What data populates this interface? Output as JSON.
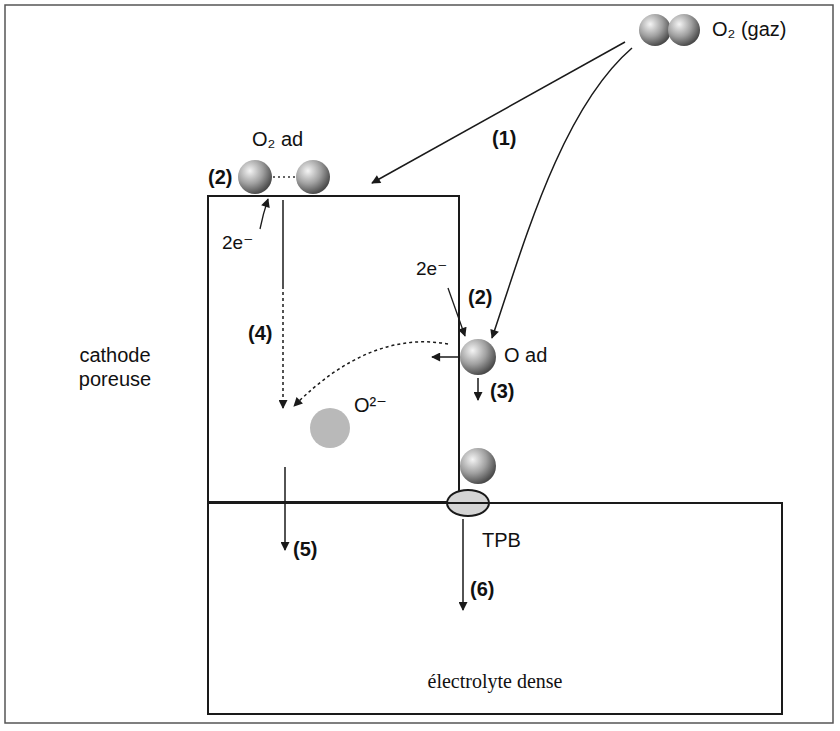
{
  "diagram": {
    "nodes": [
      {
        "text": [
          "cathode poreuse"
        ]
      },
      {
        "text": [
          "TPB"
        ]
      },
      {
        "text": [
          "électrolyte dense"
        ]
      }
    ],
    "labels": [
      "O₂ (gaz)",
      "O₂ ad",
      "(2)",
      "(1)",
      "2e⁻",
      "2e⁻",
      "(2)",
      "O ad",
      "(4)",
      "O²⁻",
      "(3)",
      "(5)",
      "(6)"
    ]
  }
}
